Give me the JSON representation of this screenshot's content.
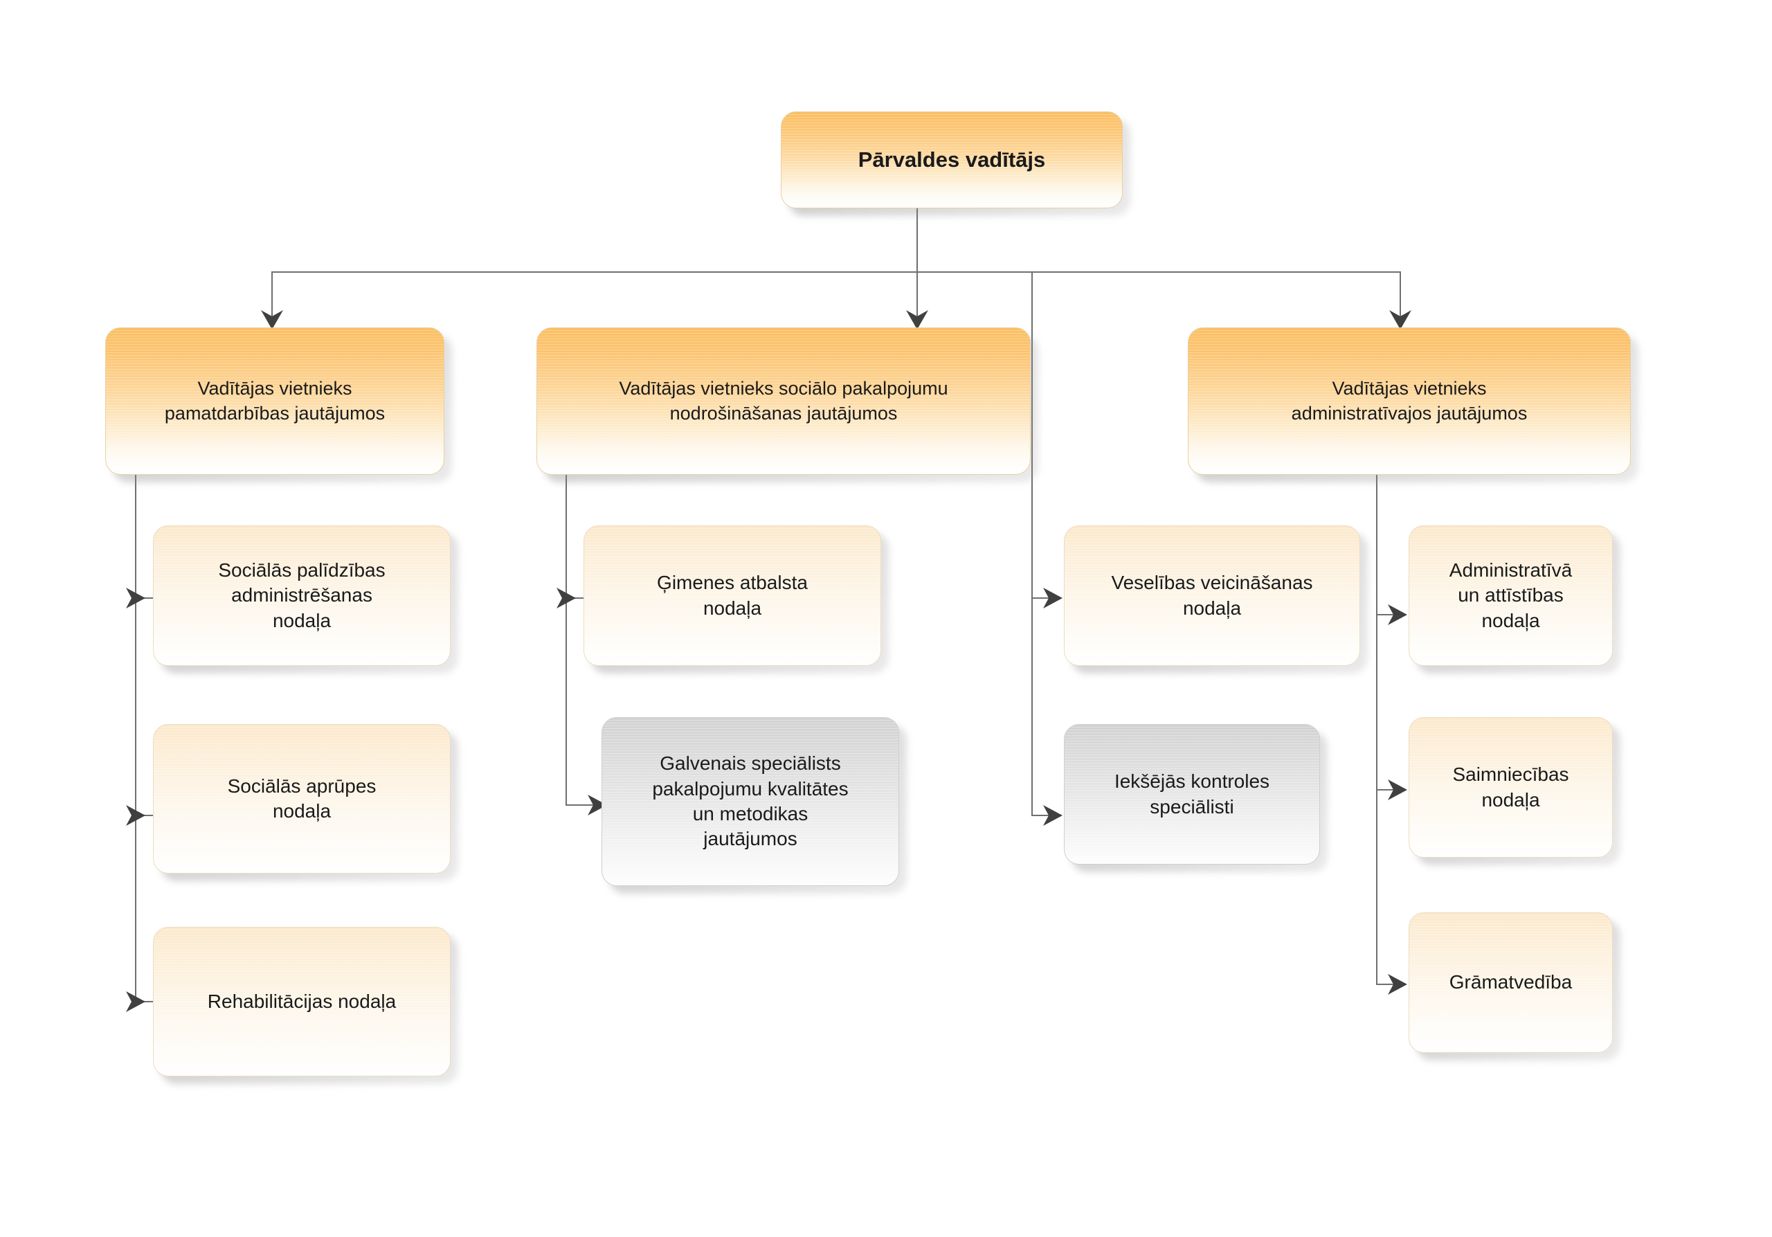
{
  "diagram": {
    "title_node": {
      "label": "Pārvaldes vadītājs",
      "style": "orange-bold"
    },
    "colors": {
      "orange_top": "#fbbf62",
      "orange_bottom": "#ffffff",
      "cream_top": "#fbe9cc",
      "cream_bottom": "#ffffff",
      "gray_top": "#d2d2d2",
      "gray_bottom": "#fdfdfd",
      "connector": "#6f6f6f",
      "text": "#1a1a1a",
      "background": "#ffffff"
    },
    "branches": [
      {
        "name": "pamatdarbiba",
        "label": "Vadītājas vietnieks\npamatdarbības jautājumos",
        "style": "orange",
        "children": [
          {
            "label": "Sociālās palīdzības\nadministrēšanas\nnodaļa",
            "style": "cream"
          },
          {
            "label": "Sociālās aprūpes\nnodaļa",
            "style": "cream"
          },
          {
            "label": "Rehabilitācijas nodaļa",
            "style": "cream"
          }
        ]
      },
      {
        "name": "socialie-pakalpojumi",
        "label": "Vadītājas vietnieks sociālo pakalpojumu\nnodrošināšanas jautājumos",
        "style": "orange",
        "children": [
          {
            "label": "Ģimenes atbalsta\nnodaļa",
            "style": "cream"
          },
          {
            "label": "Galvenais speciālists\npakalpojumu kvalitātes\nun metodikas\njautājumos",
            "style": "gray"
          },
          {
            "label": "Veselības veicināšanas\nnodaļa",
            "style": "cream"
          },
          {
            "label": "Iekšējās kontroles\nspeciālisti",
            "style": "gray"
          }
        ]
      },
      {
        "name": "administrativie",
        "label": "Vadītājas vietnieks\nadministratīvajos jautājumos",
        "style": "orange",
        "children": [
          {
            "label": "Administratīvā\nun attīstības\nnodaļa",
            "style": "cream"
          },
          {
            "label": "Saimniecības\nnodaļa",
            "style": "cream"
          },
          {
            "label": "Grāmatvedība",
            "style": "cream"
          }
        ]
      }
    ]
  }
}
